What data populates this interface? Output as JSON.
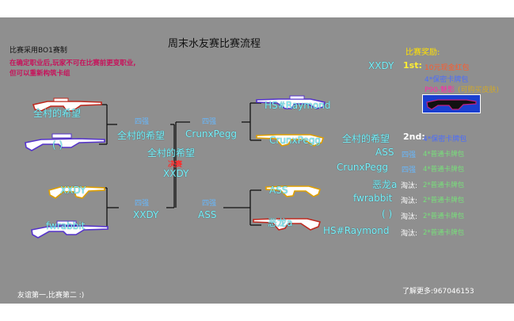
{
  "header": {
    "title": "周末水友赛比赛流程",
    "rule": "比赛采用BO1赛制",
    "warning_line1": "在确定职业后,玩家不可在比赛前更变职业,",
    "warning_line2": "但可以重新构筑卡组"
  },
  "bracket": {
    "r1": [
      "全村的希望",
      "( )",
      "XXDY",
      "fwrabbit",
      "HS#Raymond",
      "CrunxPegg",
      "ASS",
      "恶龙a"
    ],
    "semis": [
      "全村的希望",
      "XXDY",
      "CrunxPegg",
      "ASS"
    ],
    "final_players": [
      "全村的希望",
      "XXDY"
    ],
    "final_label": "决赛",
    "round_tag": "四强"
  },
  "rewards": {
    "title": "比赛奖励:",
    "first": {
      "player": "XXDY",
      "place": "1st:",
      "prize1": "10元现金红包",
      "prize2": "4*保密卡牌包",
      "prize3": "P90-魅影",
      "prize3_note": "(可购买皮肤)"
    },
    "second": {
      "player": "全村的希望",
      "place": "2nd:",
      "prize": "4*保密卡牌包"
    },
    "semifinal_tag": "四强",
    "semifinal_prize": "4*普通卡牌包",
    "elim_label": "淘汰:",
    "elim_prize": "2*普通卡牌包",
    "semifinalists": [
      "ASS",
      "CrunxPegg"
    ],
    "eliminated": [
      "恶龙a",
      "fwrabbit",
      "( )",
      "HS#Raymond"
    ]
  },
  "footer": {
    "left": "友谊第一,比赛第二 :)",
    "right": "了解更多:967046153"
  },
  "colors": {
    "background": "#8f8f8f",
    "player_name": "#7ef0f8",
    "round_tag": "#66b8ff",
    "final": "#ff2a2a"
  }
}
